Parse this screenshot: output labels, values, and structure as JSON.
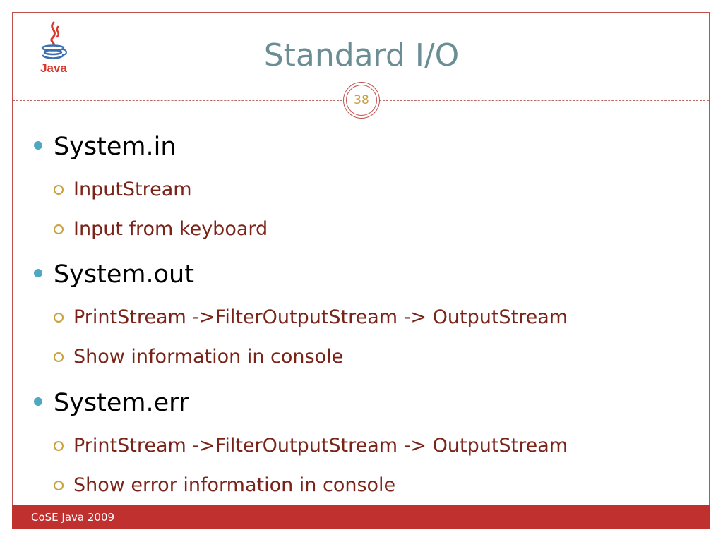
{
  "slide": {
    "title": "Standard I/O",
    "number": "38",
    "logo_label": "Java",
    "footer": "CoSE Java 2009"
  },
  "bullets": [
    {
      "text": "System.in",
      "subs": [
        "InputStream",
        "Input from keyboard"
      ]
    },
    {
      "text": "System.out",
      "subs": [
        "PrintStream ->FilterOutputStream -> OutputStream",
        "Show information in console"
      ]
    },
    {
      "text": "System.err",
      "subs": [
        "PrintStream ->FilterOutputStream -> OutputStream",
        "Show error information in console"
      ]
    }
  ],
  "colors": {
    "accent": "#c0504d",
    "footer_bar": "#c0302e",
    "title": "#6b8e95",
    "bullet_dot": "#4fa7c2",
    "sub_ring": "#c9a13a",
    "sub_text": "#7a2419"
  }
}
